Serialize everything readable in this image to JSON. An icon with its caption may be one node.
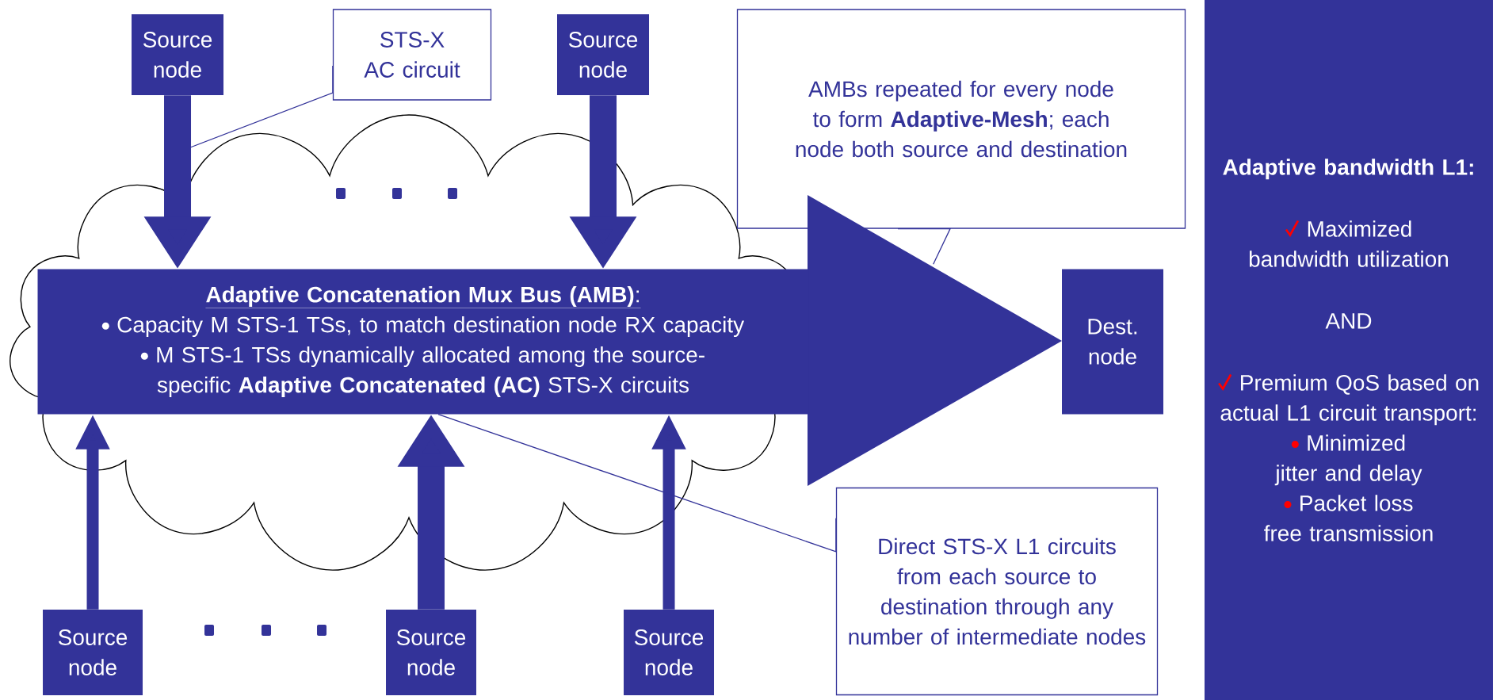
{
  "diagram": {
    "nodes": [
      {
        "text": [
          "Source node"
        ]
      },
      {
        "text": [
          "STS-X AC circuit"
        ]
      },
      {
        "text": [
          "Source node"
        ]
      },
      {
        "text": [
          "AMBs repeated for every node to form **Adaptive-Mesh**; each node both source and destination"
        ]
      },
      {
        "text": [
          "**Adaptive Concatenation Mux Bus (AMB)**:",
          "Capacity M STS-1 TSs, to match destination node RX capacity",
          "M STS-1 TSs dynamically allocated among the source-specific **Adaptive Concatenated (AC)** STS-X circuits"
        ]
      },
      {
        "text": [
          "Dest. node"
        ]
      },
      {
        "text": [
          "Direct STS-X L1 circuits from each source to destination through any number of intermediate nodes"
        ]
      },
      {
        "text": [
          "Adaptive bandwidth L1:",
          "Maximized bandwidth utilization",
          "AND",
          "Premium QoS based on actual L1 circuit transport:",
          "Minimized jitter and delay",
          "Packet loss free transmission"
        ]
      },
      {
        "text": [
          "Source node"
        ]
      },
      {
        "text": [
          "Source node"
        ]
      },
      {
        "text": [
          "Source node"
        ]
      }
    ],
    "edges": [
      {
        "from": 0,
        "to": 4,
        "arrow": "to",
        "style": "thick"
      },
      {
        "from": 2,
        "to": 4,
        "arrow": "to",
        "style": "thick"
      },
      {
        "from": 8,
        "to": 4,
        "arrow": "to"
      },
      {
        "from": 9,
        "to": 4,
        "arrow": "to",
        "style": "thick"
      },
      {
        "from": 10,
        "to": 4,
        "arrow": "to"
      },
      {
        "from": 1,
        "to": null,
        "arrow": "none"
      },
      {
        "from": 3,
        "to": 4,
        "arrow": "none"
      },
      {
        "from": 6,
        "to": 4,
        "arrow": "none"
      }
    ]
  }
}
